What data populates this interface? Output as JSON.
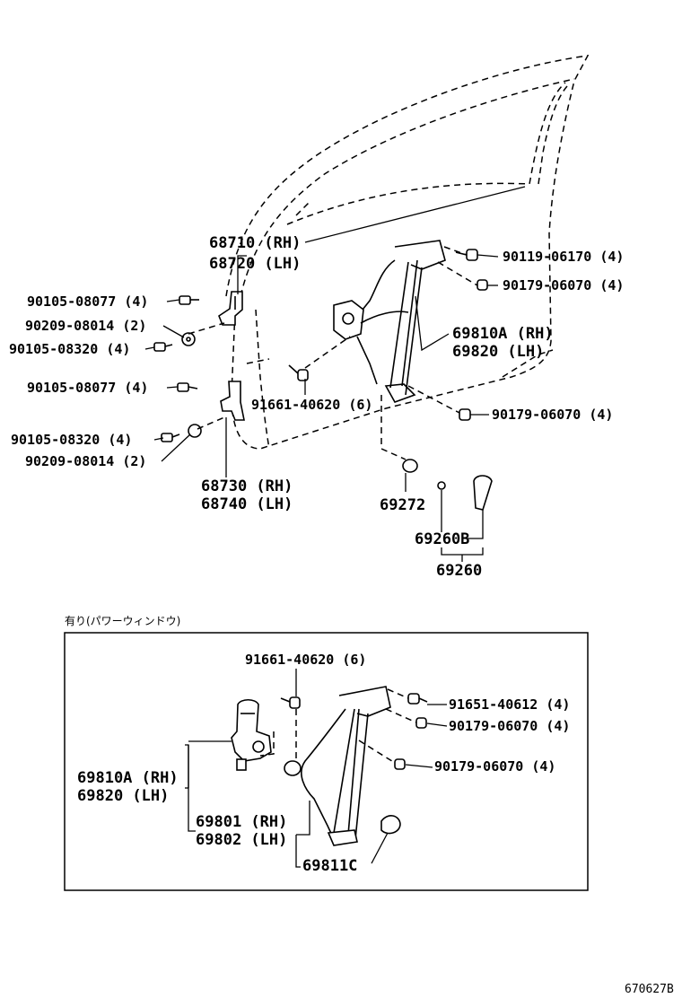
{
  "main": {
    "labels": {
      "p68710": "68710 (RH)",
      "p68720": "68720 (LH)",
      "p90105a": "90105-08077 (4)",
      "p90209a": "90209-08014 (2)",
      "p90105b": "90105-08320 (4)",
      "p90105c": "90105-08077 (4)",
      "p91661": "91661-40620 (6)",
      "p90105d": "90105-08320 (4)",
      "p90209b": "90209-08014 (2)",
      "p68730": "68730 (RH)",
      "p68740": "68740 (LH)",
      "p90119": "90119-06170 (4)",
      "p90179a": "90179-06070 (4)",
      "p69810a": "69810A (RH)",
      "p69820": "69820 (LH)",
      "p90179b": "90179-06070 (4)",
      "p69272": "69272",
      "p69260b": "69260B",
      "p69260": "69260"
    }
  },
  "inset": {
    "note": "有り(パワーウィンドウ)",
    "labels": {
      "p91661": "91661-40620 (6)",
      "p91651": "91651-40612 (4)",
      "p90179a": "90179-06070 (4)",
      "p90179b": "90179-06070 (4)",
      "p69810a": "69810A (RH)",
      "p69820": "69820 (LH)",
      "p69801": "69801 (RH)",
      "p69802": "69802 (LH)",
      "p69811c": "69811C"
    }
  },
  "figure_code": "670627B"
}
